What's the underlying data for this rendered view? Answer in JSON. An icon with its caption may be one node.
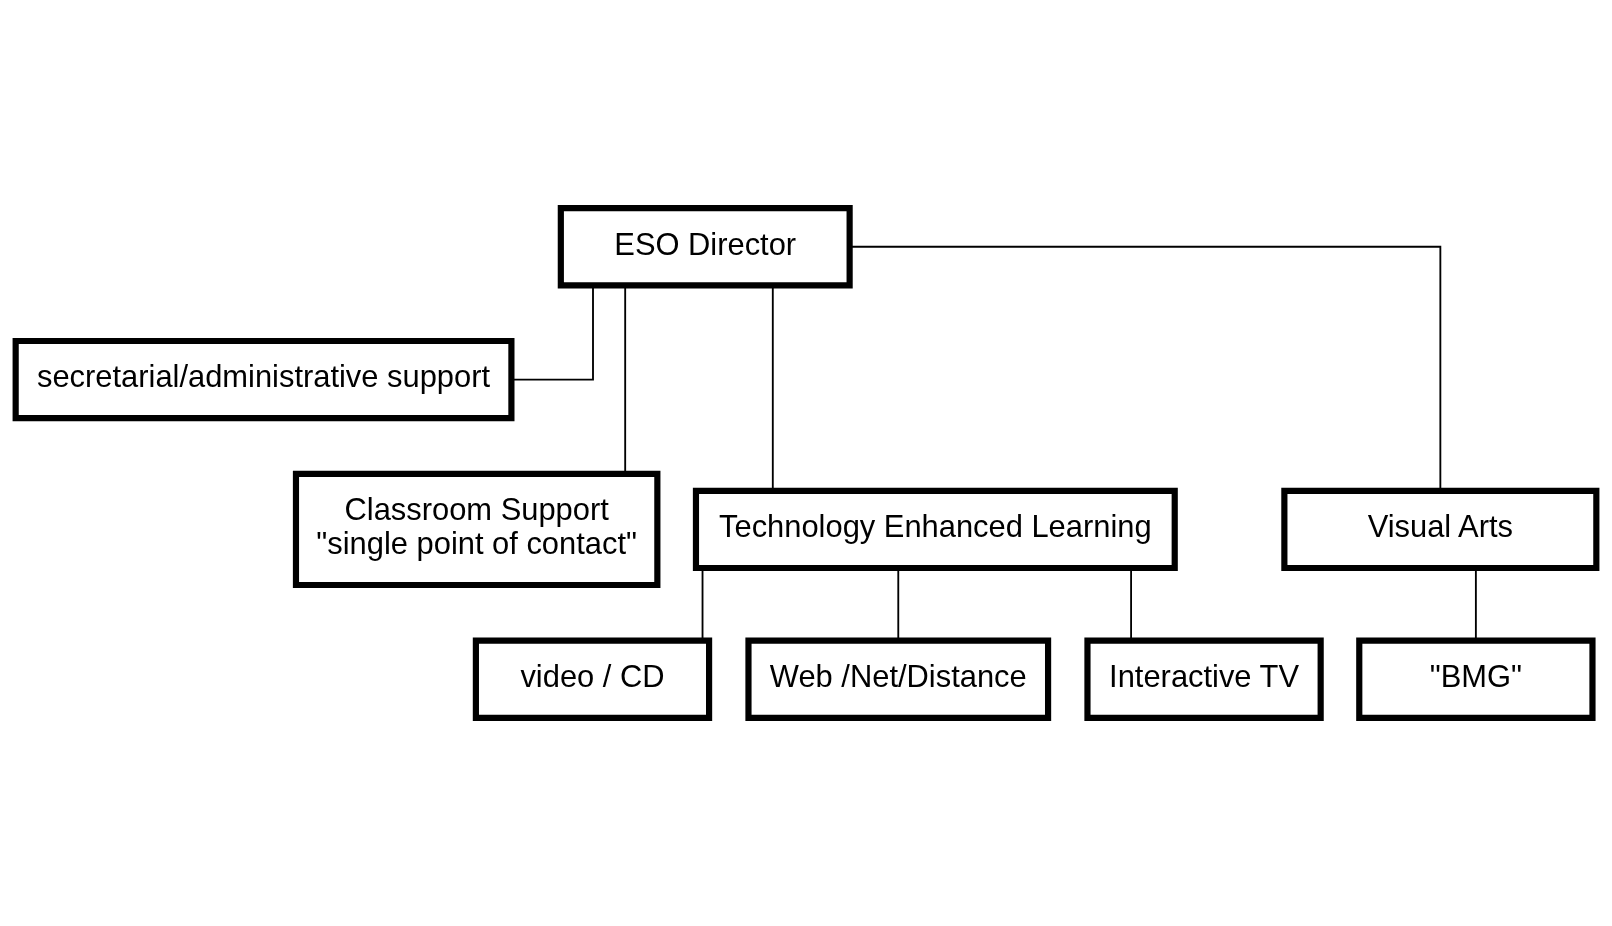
{
  "diagram": {
    "nodes": [
      {
        "text": [
          "ESO Director"
        ]
      },
      {
        "text": [
          "secretarial/administrative support"
        ]
      },
      {
        "text": [
          "Classroom Support",
          "\"single point of contact\""
        ]
      },
      {
        "text": [
          "Technology Enhanced Learning"
        ]
      },
      {
        "text": [
          "Visual Arts"
        ]
      },
      {
        "text": [
          "video / CD"
        ]
      },
      {
        "text": [
          "Web /Net/Distance"
        ]
      },
      {
        "text": [
          "Interactive TV"
        ]
      },
      {
        "text": [
          "\"BMG\""
        ]
      }
    ],
    "edges": [
      {
        "from": 0,
        "to": 1,
        "arrow": "none"
      },
      {
        "from": 0,
        "to": 2,
        "arrow": "none"
      },
      {
        "from": 0,
        "to": 3,
        "arrow": "none"
      },
      {
        "from": 0,
        "to": 4,
        "arrow": "none"
      },
      {
        "from": 3,
        "to": 5,
        "arrow": "none"
      },
      {
        "from": 3,
        "to": 6,
        "arrow": "none"
      },
      {
        "from": 3,
        "to": 7,
        "arrow": "none"
      },
      {
        "from": 4,
        "to": 8,
        "arrow": "none"
      }
    ]
  }
}
